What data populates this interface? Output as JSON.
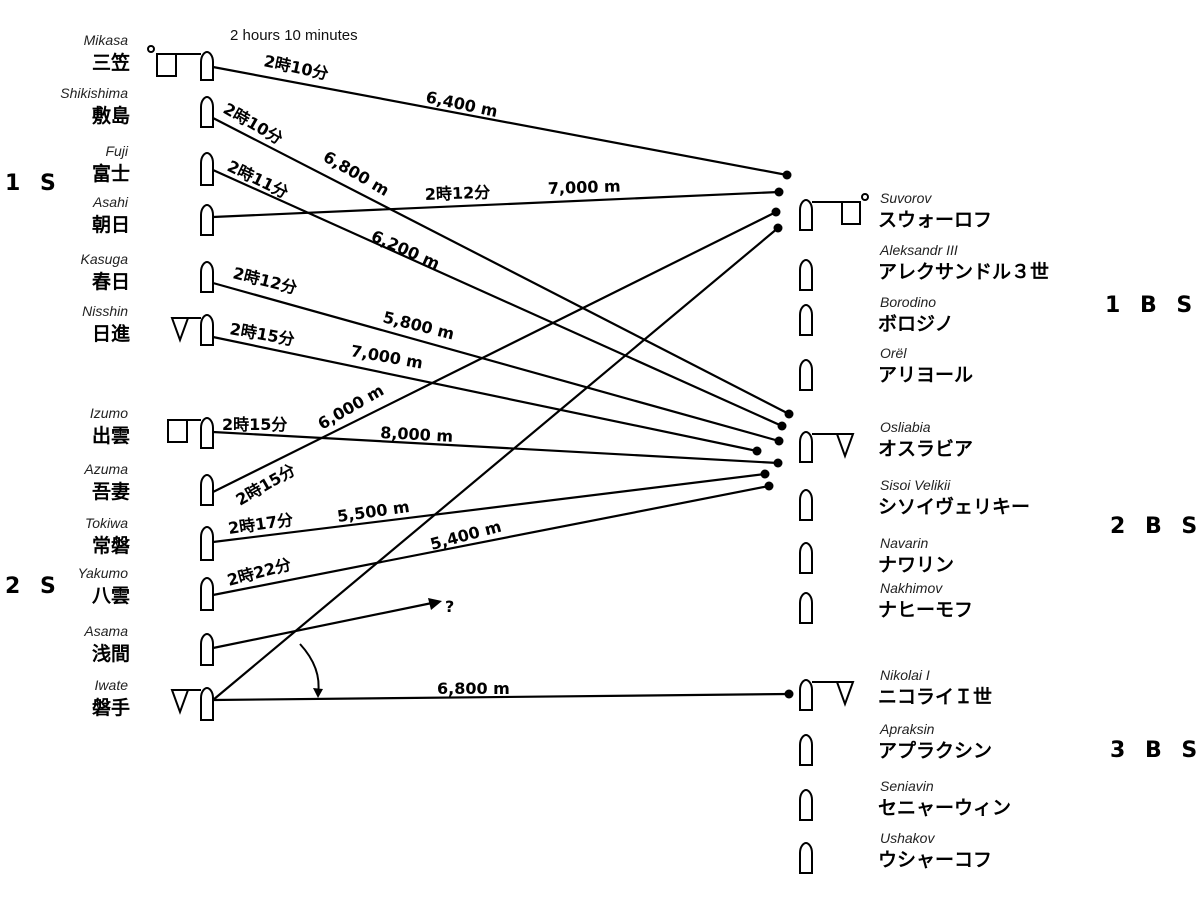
{
  "caption": "2 hours 10 minutes",
  "groups": {
    "japan_1": "1 S",
    "japan_2": "2 S",
    "russia_1": "1 B S",
    "russia_2": "2 B S",
    "russia_3": "3 B S"
  },
  "japanese_ships": [
    {
      "en": "Mikasa",
      "jp": "三笠"
    },
    {
      "en": "Shikishima",
      "jp": "敷島"
    },
    {
      "en": "Fuji",
      "jp": "富士"
    },
    {
      "en": "Asahi",
      "jp": "朝日"
    },
    {
      "en": "Kasuga",
      "jp": "春日"
    },
    {
      "en": "Nisshin",
      "jp": "日進"
    },
    {
      "en": "Izumo",
      "jp": "出雲"
    },
    {
      "en": "Azuma",
      "jp": "吾妻"
    },
    {
      "en": "Tokiwa",
      "jp": "常磐"
    },
    {
      "en": "Yakumo",
      "jp": "八雲"
    },
    {
      "en": "Asama",
      "jp": "浅間"
    },
    {
      "en": "Iwate",
      "jp": "磐手"
    }
  ],
  "russian_ships": [
    {
      "en": "Suvorov",
      "jp": "スウォーロフ"
    },
    {
      "en": "Aleksandr III",
      "jp": "アレクサンドル３世"
    },
    {
      "en": "Borodino",
      "jp": "ボロジノ"
    },
    {
      "en": "Orël",
      "jp": "アリヨール"
    },
    {
      "en": "Osliabia",
      "jp": "オスラビア"
    },
    {
      "en": "Sisoi Velikii",
      "jp": "シソイヴェリキー"
    },
    {
      "en": "Navarin",
      "jp": "ナワリン"
    },
    {
      "en": "Nakhimov",
      "jp": "ナヒーモフ"
    },
    {
      "en": "Nikolai I",
      "jp": "ニコライＩ世"
    },
    {
      "en": "Apraksin",
      "jp": "アプラクシン"
    },
    {
      "en": "Seniavin",
      "jp": "セニャーウィン"
    },
    {
      "en": "Ushakov",
      "jp": "ウシャーコフ"
    }
  ],
  "fire_labels": [
    "2時10分",
    "6,400 m",
    "2時10分",
    "6,800 m",
    "2時11分",
    "6,200 m",
    "2時12分",
    "7,000 m",
    "2時12分",
    "5,800 m",
    "2時15分",
    "7,000 m",
    "2時15分",
    "6,000 m",
    "8,000 m",
    "2時15分",
    "2時17分",
    "5,500 m",
    "2時22分",
    "5,400 m",
    "6,800 m",
    "?"
  ]
}
